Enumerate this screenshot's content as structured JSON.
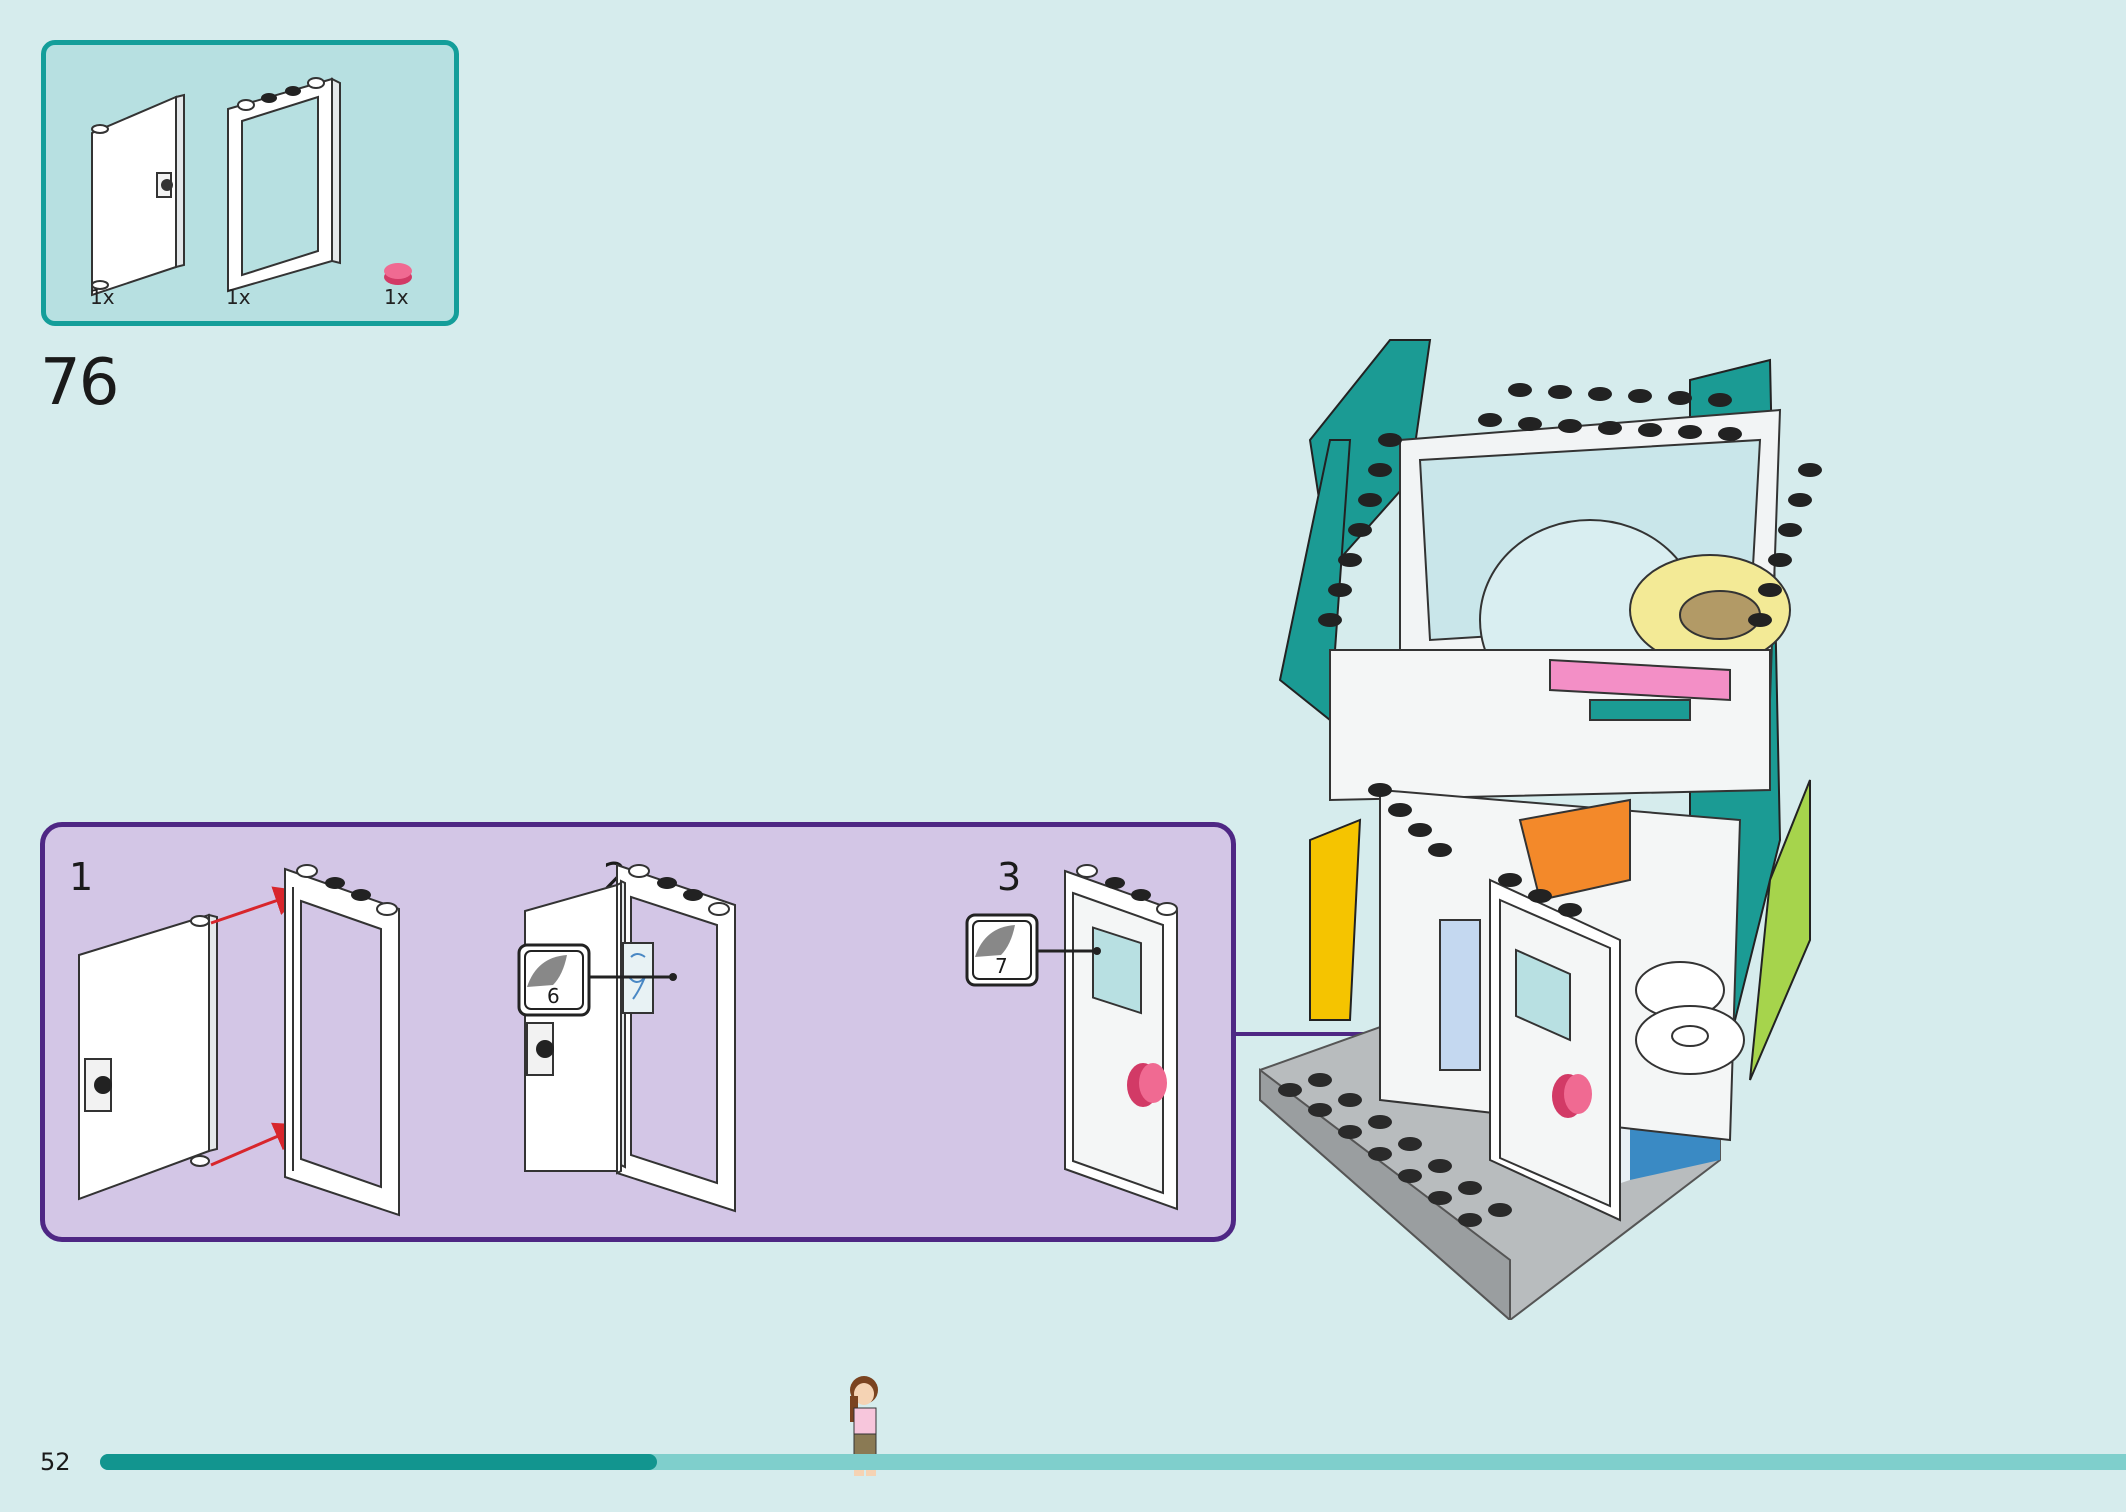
{
  "colors": {
    "background": "#d6eced",
    "parts_border": "#149e9a",
    "parts_fill": "#b7e0e1",
    "substep_border": "#4e2784",
    "substep_fill": "#d3c6e6",
    "arrow_red": "#d8262c",
    "arrow_purple": "#4e2784",
    "progress_done": "#12958f",
    "progress_todo": "#7fcfcc"
  },
  "parts": [
    {
      "name": "door",
      "qty": "1x"
    },
    {
      "name": "door-frame",
      "qty": "1x"
    },
    {
      "name": "pink-round-tile",
      "qty": "1x"
    }
  ],
  "step_number": "76",
  "substeps": [
    {
      "number": "1"
    },
    {
      "number": "2",
      "sticker": "6"
    },
    {
      "number": "3",
      "sticker": "7"
    }
  ],
  "page_number": "52",
  "progress": 0.275
}
